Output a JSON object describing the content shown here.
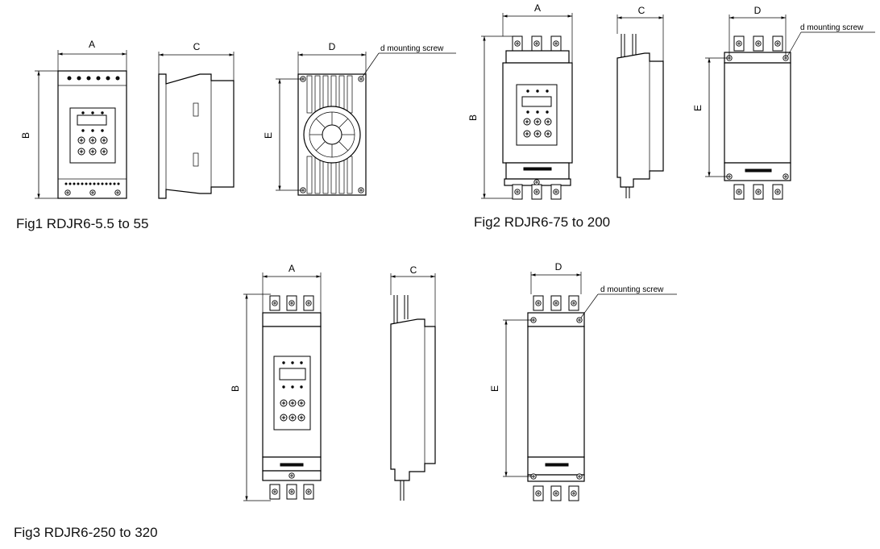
{
  "dimension_labels": {
    "a": "A",
    "b": "B",
    "c": "C",
    "d": "D",
    "e": "E"
  },
  "screw_note": "d mounting screw",
  "figures": [
    {
      "caption": "Fig1 RDJR6-5.5 to 55"
    },
    {
      "caption": "Fig2 RDJR6-75 to 200"
    },
    {
      "caption": "Fig3 RDJR6-250 to 320"
    }
  ]
}
